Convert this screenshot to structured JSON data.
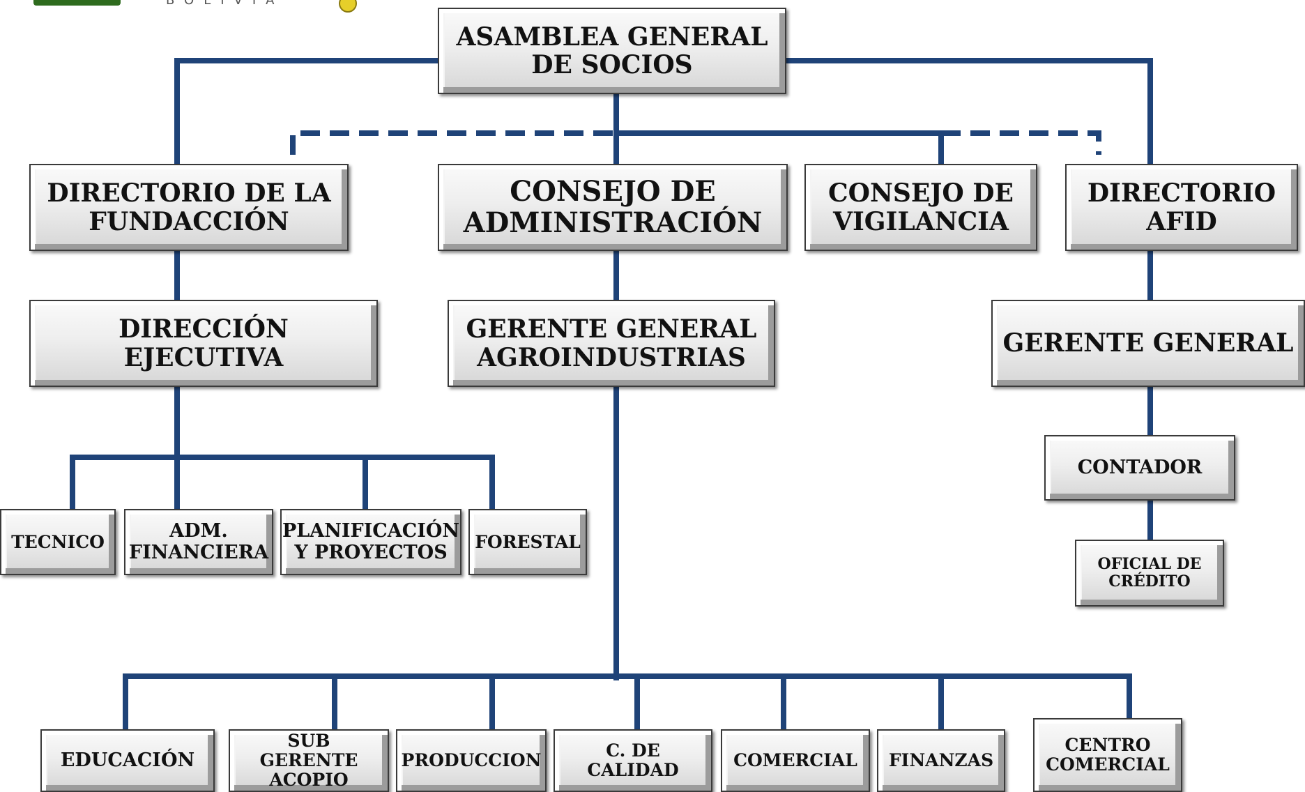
{
  "logo": {
    "word": "BOLIVIA"
  },
  "colors": {
    "connector": "#1f4378",
    "box_border": "#3a3a3a"
  },
  "nodes": {
    "asamblea": "ASAMBLEA GENERAL\nDE SOCIOS",
    "directorio_fundaccion": "DIRECTORIO DE LA\nFUNDACCIÓN",
    "consejo_administracion": "CONSEJO DE\nADMINISTRACIÓN",
    "consejo_vigilancia": "CONSEJO DE\nVIGILANCIA",
    "directorio_afid": "DIRECTORIO\nAFID",
    "direccion_ejecutiva": "DIRECCIÓN EJECUTIVA",
    "gerente_agroindustrias": "GERENTE GENERAL\nAGROINDUSTRIAS",
    "gerente_general": "GERENTE GENERAL",
    "tecnico": "TECNICO",
    "adm_financiera": "ADM.\nFINANCIERA",
    "planificacion": "PLANIFICACIÓN\nY PROYECTOS",
    "forestal": "FORESTAL",
    "contador": "CONTADOR",
    "oficial_credito": "OFICIAL DE\nCRÉDITO",
    "educacion": "EDUCACIÓN",
    "sub_gerente_acopio": "SUB GERENTE\nACOPIO",
    "produccion": "PRODUCCION",
    "calidad": "C. DE CALIDAD",
    "comercial": "COMERCIAL",
    "finanzas": "FINANZAS",
    "centro_comercial": "CENTRO\nCOMERCIAL"
  }
}
